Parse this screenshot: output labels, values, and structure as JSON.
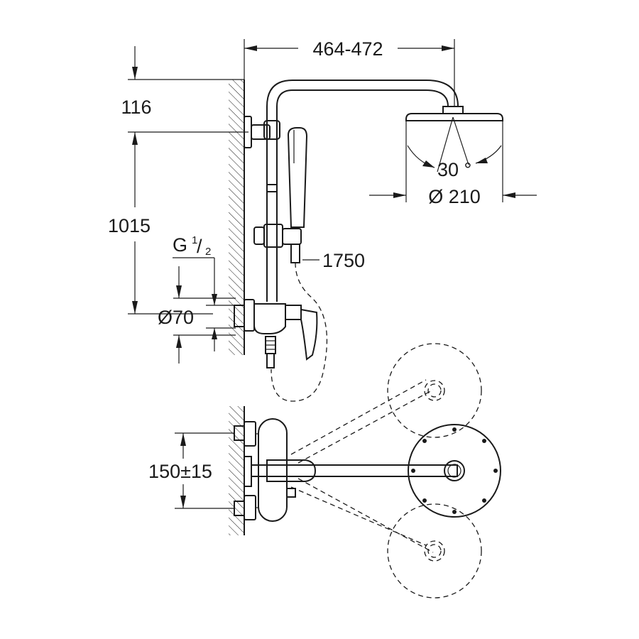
{
  "dimensions": {
    "arm_length": "464-472",
    "top_offset": "116",
    "height": "1015",
    "thread": "G",
    "thread_num": "1",
    "thread_den": "2",
    "escutcheon_diameter": "Ø70",
    "hose_length": "1750",
    "tilt_angle": "30 °",
    "head_diameter": "Ø 210",
    "centre_distance": "150±15"
  }
}
